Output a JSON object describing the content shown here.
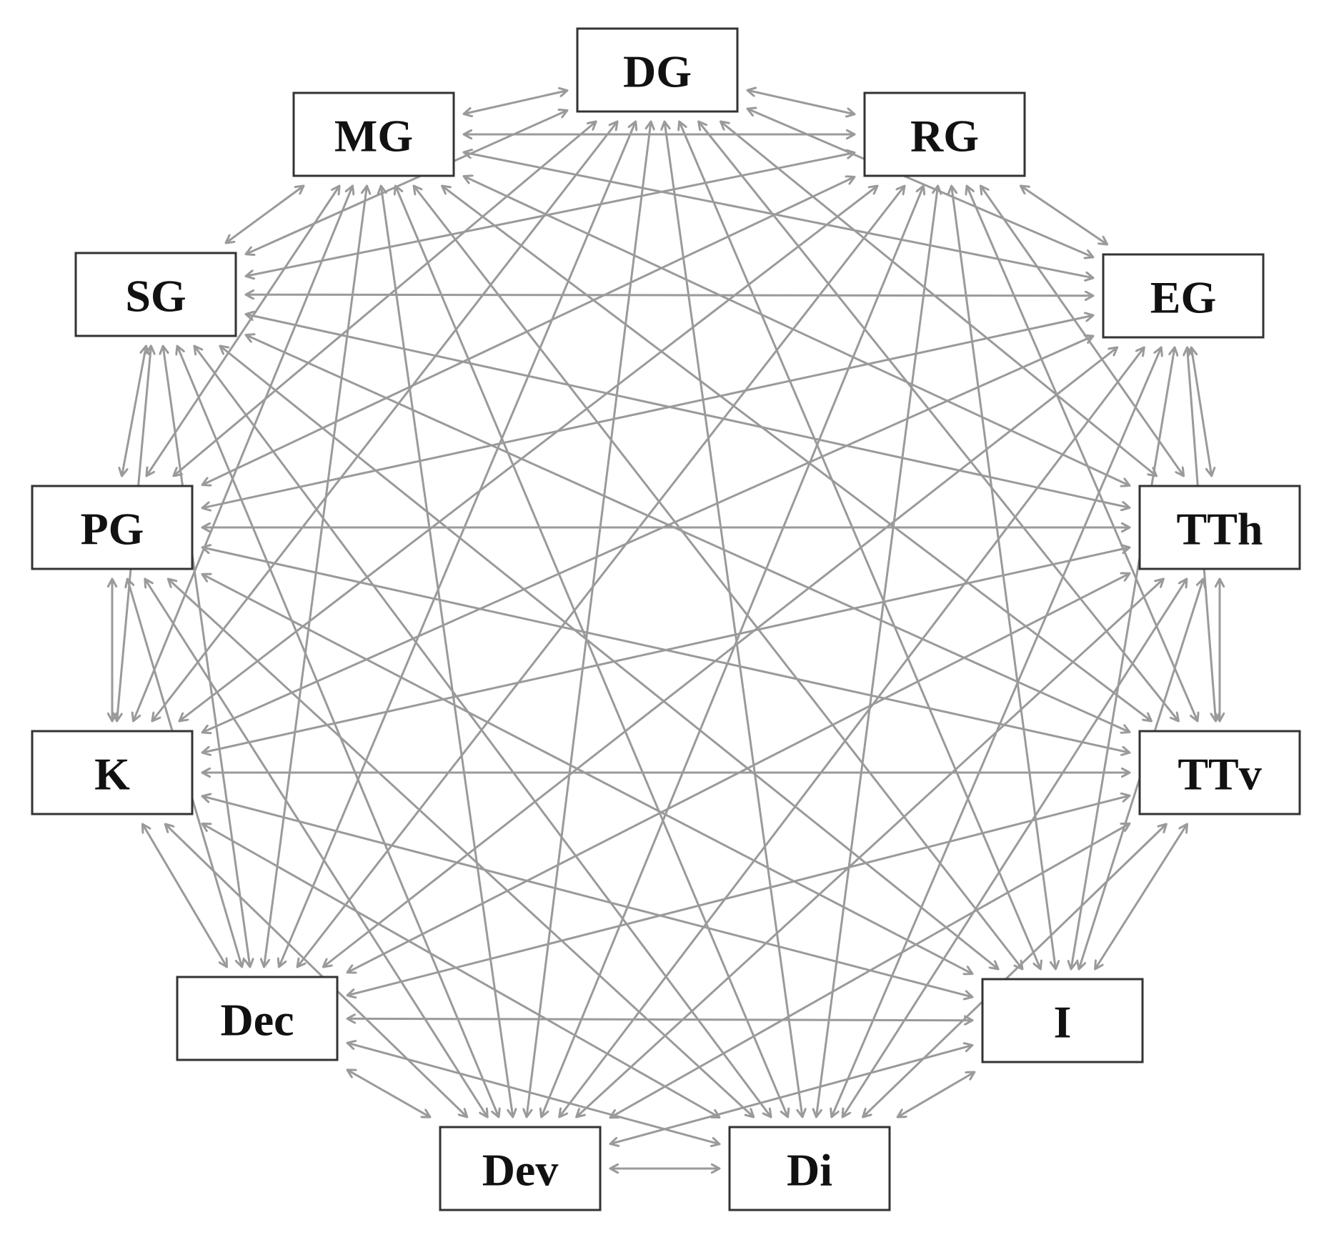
{
  "diagram": {
    "type": "network",
    "edge_color": "#9a9a9a",
    "node_border_color": "#333333",
    "nodes": [
      {
        "id": "DG",
        "label": "DG"
      },
      {
        "id": "RG",
        "label": "RG"
      },
      {
        "id": "EG",
        "label": "EG"
      },
      {
        "id": "TTh",
        "label": "TTh"
      },
      {
        "id": "TTv",
        "label": "TTv"
      },
      {
        "id": "I",
        "label": "I"
      },
      {
        "id": "Di",
        "label": "Di"
      },
      {
        "id": "Dev",
        "label": "Dev"
      },
      {
        "id": "Dec",
        "label": "Dec"
      },
      {
        "id": "K",
        "label": "K"
      },
      {
        "id": "PG",
        "label": "PG"
      },
      {
        "id": "SG",
        "label": "SG"
      },
      {
        "id": "MG",
        "label": "MG"
      }
    ],
    "edges": [
      {
        "from": "DG",
        "to": "RG",
        "bidirectional": true
      },
      {
        "from": "RG",
        "to": "EG",
        "bidirectional": true
      },
      {
        "from": "EG",
        "to": "TTh",
        "bidirectional": true
      },
      {
        "from": "TTh",
        "to": "TTv",
        "bidirectional": true
      },
      {
        "from": "TTv",
        "to": "I",
        "bidirectional": true
      },
      {
        "from": "I",
        "to": "Di",
        "bidirectional": true
      },
      {
        "from": "Di",
        "to": "Dev",
        "bidirectional": true
      },
      {
        "from": "Dev",
        "to": "Dec",
        "bidirectional": true
      },
      {
        "from": "Dec",
        "to": "K",
        "bidirectional": true
      },
      {
        "from": "K",
        "to": "PG",
        "bidirectional": true
      },
      {
        "from": "PG",
        "to": "SG",
        "bidirectional": true
      },
      {
        "from": "SG",
        "to": "MG",
        "bidirectional": true
      },
      {
        "from": "MG",
        "to": "DG",
        "bidirectional": true
      },
      {
        "from": "DG",
        "to": "EG",
        "bidirectional": true
      },
      {
        "from": "DG",
        "to": "TTh",
        "bidirectional": true
      },
      {
        "from": "DG",
        "to": "TTv",
        "bidirectional": true
      },
      {
        "from": "DG",
        "to": "I",
        "bidirectional": true
      },
      {
        "from": "DG",
        "to": "Di",
        "bidirectional": true
      },
      {
        "from": "DG",
        "to": "Dev",
        "bidirectional": true
      },
      {
        "from": "DG",
        "to": "Dec",
        "bidirectional": true
      },
      {
        "from": "DG",
        "to": "K",
        "bidirectional": true
      },
      {
        "from": "DG",
        "to": "PG",
        "bidirectional": true
      },
      {
        "from": "DG",
        "to": "SG",
        "bidirectional": true
      },
      {
        "from": "MG",
        "to": "RG",
        "bidirectional": true
      },
      {
        "from": "MG",
        "to": "EG",
        "bidirectional": true
      },
      {
        "from": "MG",
        "to": "TTh",
        "bidirectional": true
      },
      {
        "from": "MG",
        "to": "TTv",
        "bidirectional": true
      },
      {
        "from": "MG",
        "to": "I",
        "bidirectional": true
      },
      {
        "from": "MG",
        "to": "Di",
        "bidirectional": true
      },
      {
        "from": "MG",
        "to": "Dev",
        "bidirectional": true
      },
      {
        "from": "MG",
        "to": "Dec",
        "bidirectional": true
      },
      {
        "from": "MG",
        "to": "K",
        "bidirectional": true
      },
      {
        "from": "MG",
        "to": "PG",
        "bidirectional": true
      },
      {
        "from": "RG",
        "to": "SG",
        "bidirectional": true
      },
      {
        "from": "RG",
        "to": "TTh",
        "bidirectional": true
      },
      {
        "from": "RG",
        "to": "TTv",
        "bidirectional": true
      },
      {
        "from": "RG",
        "to": "I",
        "bidirectional": true
      },
      {
        "from": "RG",
        "to": "Di",
        "bidirectional": true
      },
      {
        "from": "RG",
        "to": "Dev",
        "bidirectional": true
      },
      {
        "from": "RG",
        "to": "Dec",
        "bidirectional": true
      },
      {
        "from": "RG",
        "to": "K",
        "bidirectional": true
      },
      {
        "from": "RG",
        "to": "PG",
        "bidirectional": true
      },
      {
        "from": "SG",
        "to": "EG",
        "bidirectional": true
      },
      {
        "from": "SG",
        "to": "TTh",
        "bidirectional": true
      },
      {
        "from": "SG",
        "to": "TTv",
        "bidirectional": true
      },
      {
        "from": "SG",
        "to": "I",
        "bidirectional": true
      },
      {
        "from": "SG",
        "to": "Di",
        "bidirectional": true
      },
      {
        "from": "SG",
        "to": "Dev",
        "bidirectional": true
      },
      {
        "from": "SG",
        "to": "Dec",
        "bidirectional": true
      },
      {
        "from": "SG",
        "to": "K",
        "bidirectional": true
      },
      {
        "from": "EG",
        "to": "PG",
        "bidirectional": true
      },
      {
        "from": "EG",
        "to": "TTv",
        "bidirectional": true
      },
      {
        "from": "EG",
        "to": "I",
        "bidirectional": true
      },
      {
        "from": "EG",
        "to": "Di",
        "bidirectional": true
      },
      {
        "from": "EG",
        "to": "Dev",
        "bidirectional": true
      },
      {
        "from": "EG",
        "to": "Dec",
        "bidirectional": true
      },
      {
        "from": "EG",
        "to": "K",
        "bidirectional": true
      },
      {
        "from": "PG",
        "to": "TTh",
        "bidirectional": true
      },
      {
        "from": "PG",
        "to": "TTv",
        "bidirectional": true
      },
      {
        "from": "PG",
        "to": "I",
        "bidirectional": true
      },
      {
        "from": "PG",
        "to": "Di",
        "bidirectional": true
      },
      {
        "from": "PG",
        "to": "Dev",
        "bidirectional": true
      },
      {
        "from": "PG",
        "to": "Dec",
        "bidirectional": true
      },
      {
        "from": "K",
        "to": "TTh",
        "bidirectional": true
      },
      {
        "from": "K",
        "to": "TTv",
        "bidirectional": true
      },
      {
        "from": "K",
        "to": "I",
        "bidirectional": true
      },
      {
        "from": "K",
        "to": "Di",
        "bidirectional": true
      },
      {
        "from": "K",
        "to": "Dev",
        "bidirectional": true
      },
      {
        "from": "TTh",
        "to": "I",
        "bidirectional": true
      },
      {
        "from": "TTh",
        "to": "Di",
        "bidirectional": true
      },
      {
        "from": "TTh",
        "to": "Dev",
        "bidirectional": true
      },
      {
        "from": "TTh",
        "to": "Dec",
        "bidirectional": true
      },
      {
        "from": "TTv",
        "to": "Di",
        "bidirectional": true
      },
      {
        "from": "TTv",
        "to": "Dev",
        "bidirectional": true
      },
      {
        "from": "TTv",
        "to": "Dec",
        "bidirectional": true
      },
      {
        "from": "I",
        "to": "Dev",
        "bidirectional": true
      },
      {
        "from": "I",
        "to": "Dec",
        "bidirectional": true
      },
      {
        "from": "Di",
        "to": "Dec",
        "bidirectional": true
      }
    ]
  }
}
